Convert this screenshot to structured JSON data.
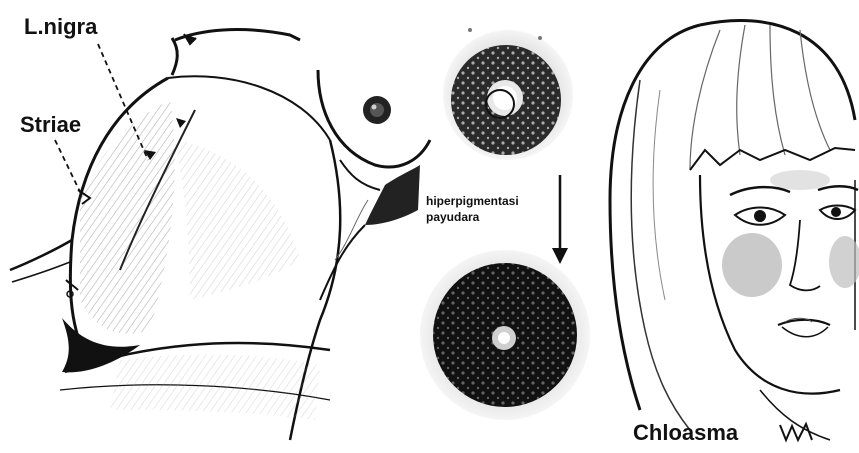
{
  "labels": {
    "linea_nigra": "L.nigra",
    "striae": "Striae",
    "breast_hyperpigmentation_line1": "hiperpigmentasi",
    "breast_hyperpigmentation_line2": "payudara",
    "chloasma": "Chloasma"
  },
  "colors": {
    "ink": "#111111",
    "skin_shade": "#cfcfcf",
    "background": "#ffffff"
  }
}
